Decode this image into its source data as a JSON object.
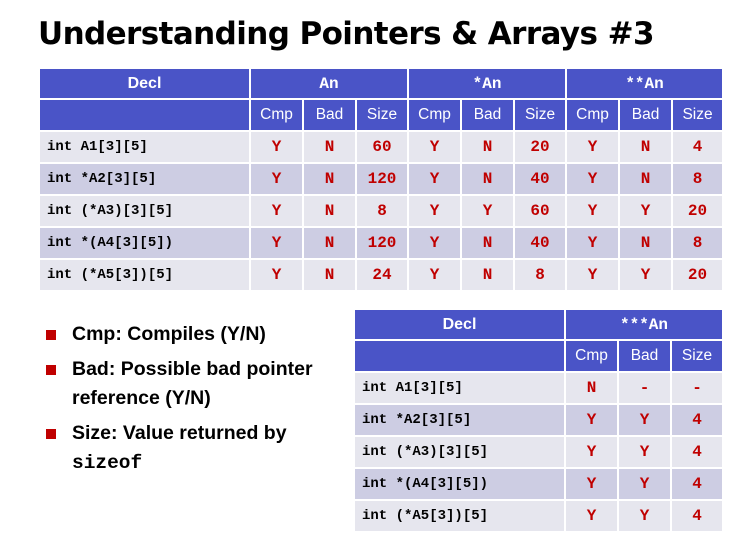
{
  "title": "Understanding Pointers & Arrays #3",
  "table1": {
    "decl_header": "Decl",
    "groups": [
      "An",
      "*An",
      "**An"
    ],
    "subheaders": [
      "Cmp",
      "Bad",
      "Size"
    ],
    "rows": [
      {
        "decl": "int A1[3][5]",
        "cells": [
          "Y",
          "N",
          "60",
          "Y",
          "N",
          "20",
          "Y",
          "N",
          "4"
        ]
      },
      {
        "decl": "int *A2[3][5]",
        "cells": [
          "Y",
          "N",
          "120",
          "Y",
          "N",
          "40",
          "Y",
          "N",
          "8"
        ]
      },
      {
        "decl": "int (*A3)[3][5]",
        "cells": [
          "Y",
          "N",
          "8",
          "Y",
          "Y",
          "60",
          "Y",
          "Y",
          "20"
        ]
      },
      {
        "decl": "int *(A4[3][5])",
        "cells": [
          "Y",
          "N",
          "120",
          "Y",
          "N",
          "40",
          "Y",
          "N",
          "8"
        ]
      },
      {
        "decl": "int (*A5[3])[5]",
        "cells": [
          "Y",
          "N",
          "24",
          "Y",
          "N",
          "8",
          "Y",
          "Y",
          "20"
        ]
      }
    ]
  },
  "table2": {
    "decl_header": "Decl",
    "group": "***An",
    "subheaders": [
      "Cmp",
      "Bad",
      "Size"
    ],
    "rows": [
      {
        "decl": "int A1[3][5]",
        "cells": [
          "N",
          "-",
          "-"
        ]
      },
      {
        "decl": "int *A2[3][5]",
        "cells": [
          "Y",
          "Y",
          "4"
        ]
      },
      {
        "decl": "int (*A3)[3][5]",
        "cells": [
          "Y",
          "Y",
          "4"
        ]
      },
      {
        "decl": "int *(A4[3][5])",
        "cells": [
          "Y",
          "Y",
          "4"
        ]
      },
      {
        "decl": "int (*A5[3])[5]",
        "cells": [
          "Y",
          "Y",
          "4"
        ]
      }
    ]
  },
  "bullets": [
    {
      "text": "Cmp: Compiles (Y/N)"
    },
    {
      "text": "Bad: Possible bad pointer reference (Y/N)"
    },
    {
      "text": "Size: Value returned by ",
      "code": "sizeof"
    }
  ],
  "colors": {
    "header": "#4a54c7",
    "value": "#c00000",
    "band_light": "#e6e6ee",
    "band_dark": "#cdcde3"
  }
}
